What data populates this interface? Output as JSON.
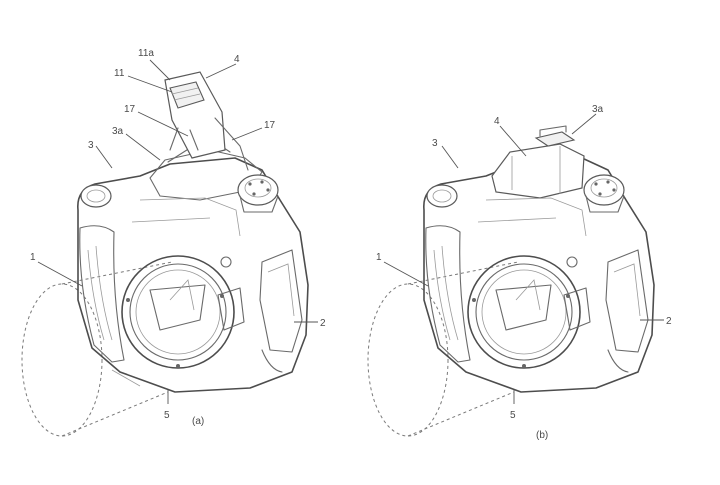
{
  "figure_a": {
    "caption": "(a)",
    "labels": [
      "1",
      "2",
      "3",
      "3a",
      "4",
      "5",
      "11",
      "11a",
      "17",
      "17"
    ]
  },
  "figure_b": {
    "caption": "(b)",
    "labels": [
      "1",
      "2",
      "3",
      "3a",
      "4",
      "5"
    ]
  }
}
